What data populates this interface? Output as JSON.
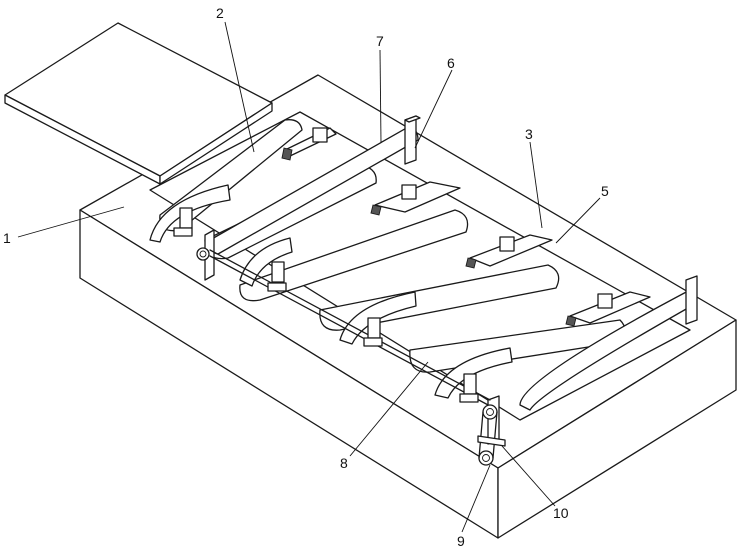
{
  "labels": {
    "l1": "1",
    "l2": "2",
    "l3": "3",
    "l5": "5",
    "l6": "6",
    "l7": "7",
    "l8": "8",
    "l9": "9",
    "l10": "10"
  }
}
